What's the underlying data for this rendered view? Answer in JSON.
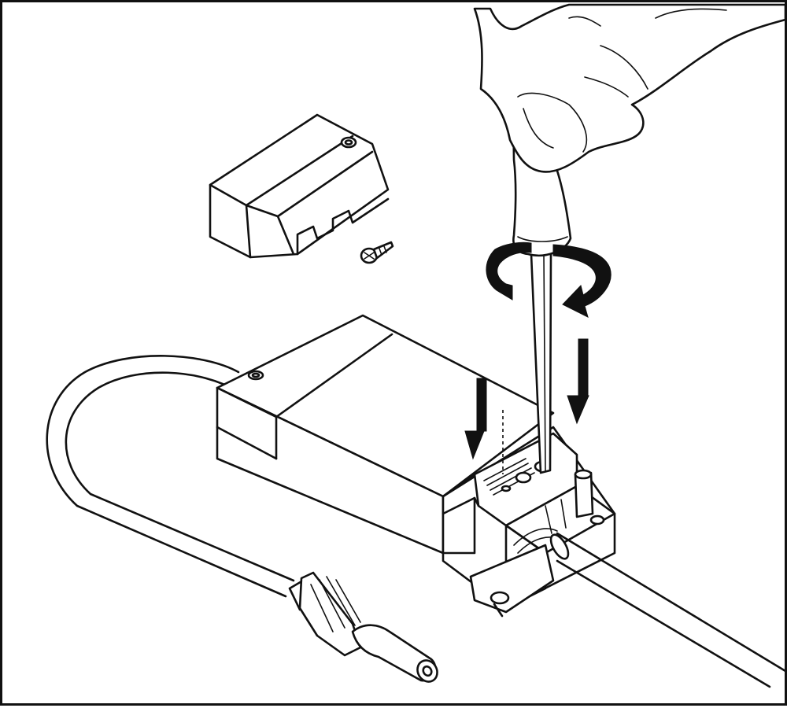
{
  "figure": {
    "description_text": "",
    "colors": {
      "stroke": "#111111",
      "background": "#ffffff",
      "arrow": "#111111"
    },
    "parts": [
      {
        "name": "terminal-cover",
        "icon": "cover-icon"
      },
      {
        "name": "screw",
        "icon": "screw-icon"
      },
      {
        "name": "screwdriver",
        "icon": "screwdriver-icon"
      },
      {
        "name": "hand",
        "icon": "hand-icon"
      },
      {
        "name": "rotation-arrow",
        "icon": "rotate-icon"
      },
      {
        "name": "down-arrow",
        "icon": "arrow-down-icon"
      },
      {
        "name": "driver-box",
        "icon": "box-icon"
      },
      {
        "name": "terminal-block",
        "icon": "terminal-icon"
      },
      {
        "name": "mains-cable",
        "icon": "cable-icon"
      },
      {
        "name": "dc-cable",
        "icon": "cable-icon"
      },
      {
        "name": "dc-plug",
        "icon": "plug-icon"
      }
    ]
  }
}
